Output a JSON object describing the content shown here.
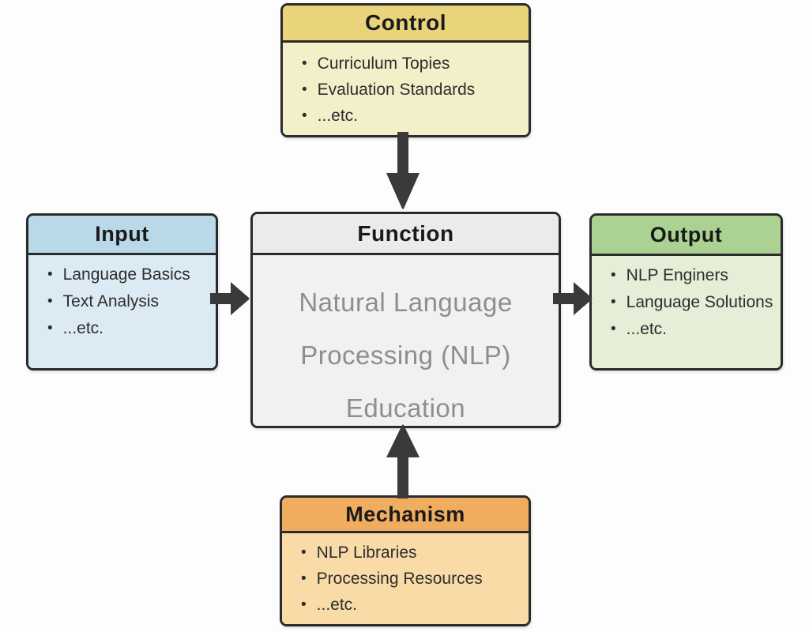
{
  "diagram": {
    "background_color": "#fdfdfd",
    "border_color": "#2b2b2b",
    "arrow_color": "#3a3a3a",
    "nodes": {
      "control": {
        "title": "Control",
        "items": [
          "Curriculum Topies",
          "Evaluation Standards",
          "...etc."
        ],
        "header_color": "#e9d47b",
        "body_color": "#f3efc9"
      },
      "input": {
        "title": "Input",
        "items": [
          "Language Basics",
          "Text Analysis",
          "...etc."
        ],
        "header_color": "#b9d9e9",
        "body_color": "#dcebf3"
      },
      "function": {
        "title": "Function",
        "lines": [
          "Natural Language",
          "Processing (NLP)",
          "Education"
        ],
        "header_color": "#ebebe9",
        "body_color": "#f2f1ef",
        "text_color": "#8e8e8e"
      },
      "output": {
        "title": "Output",
        "items": [
          "NLP Enginers",
          "Language Solutions",
          "...etc."
        ],
        "header_color": "#abd293",
        "body_color": "#e5eed7"
      },
      "mechanism": {
        "title": "Mechanism",
        "items": [
          "NLP Libraries",
          "Processing Resources",
          "...etc."
        ],
        "header_color": "#f0ad5f",
        "body_color": "#f8dba7"
      }
    },
    "edges": [
      {
        "from": "Control",
        "to": "Function",
        "direction": "down"
      },
      {
        "from": "Input",
        "to": "Function",
        "direction": "right"
      },
      {
        "from": "Function",
        "to": "Output",
        "direction": "right"
      },
      {
        "from": "Mechanism",
        "to": "Function",
        "direction": "up"
      }
    ]
  }
}
